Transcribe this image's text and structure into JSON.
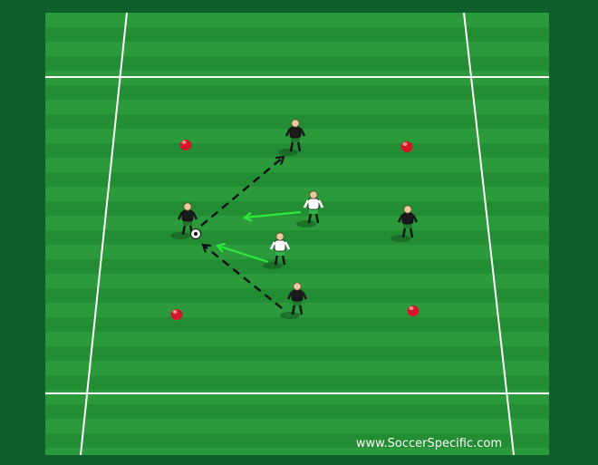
{
  "watermark": "www.SoccerSpecific.com",
  "colors": {
    "border": "#0f5f2c",
    "stripe_light": "#2a9a3a",
    "stripe_dark": "#238d33",
    "line": "#ffffff",
    "attacker_shirt": "#1a1a1a",
    "defender_shirt": "#ffffff",
    "cone": "#d3162a",
    "pass_arrow": "#111111",
    "run_arrow": "#2fe83b"
  },
  "diagram": {
    "attackers": 4,
    "defenders": 2,
    "cones": 4,
    "pass_arrows": 2,
    "run_arrows": 2
  }
}
